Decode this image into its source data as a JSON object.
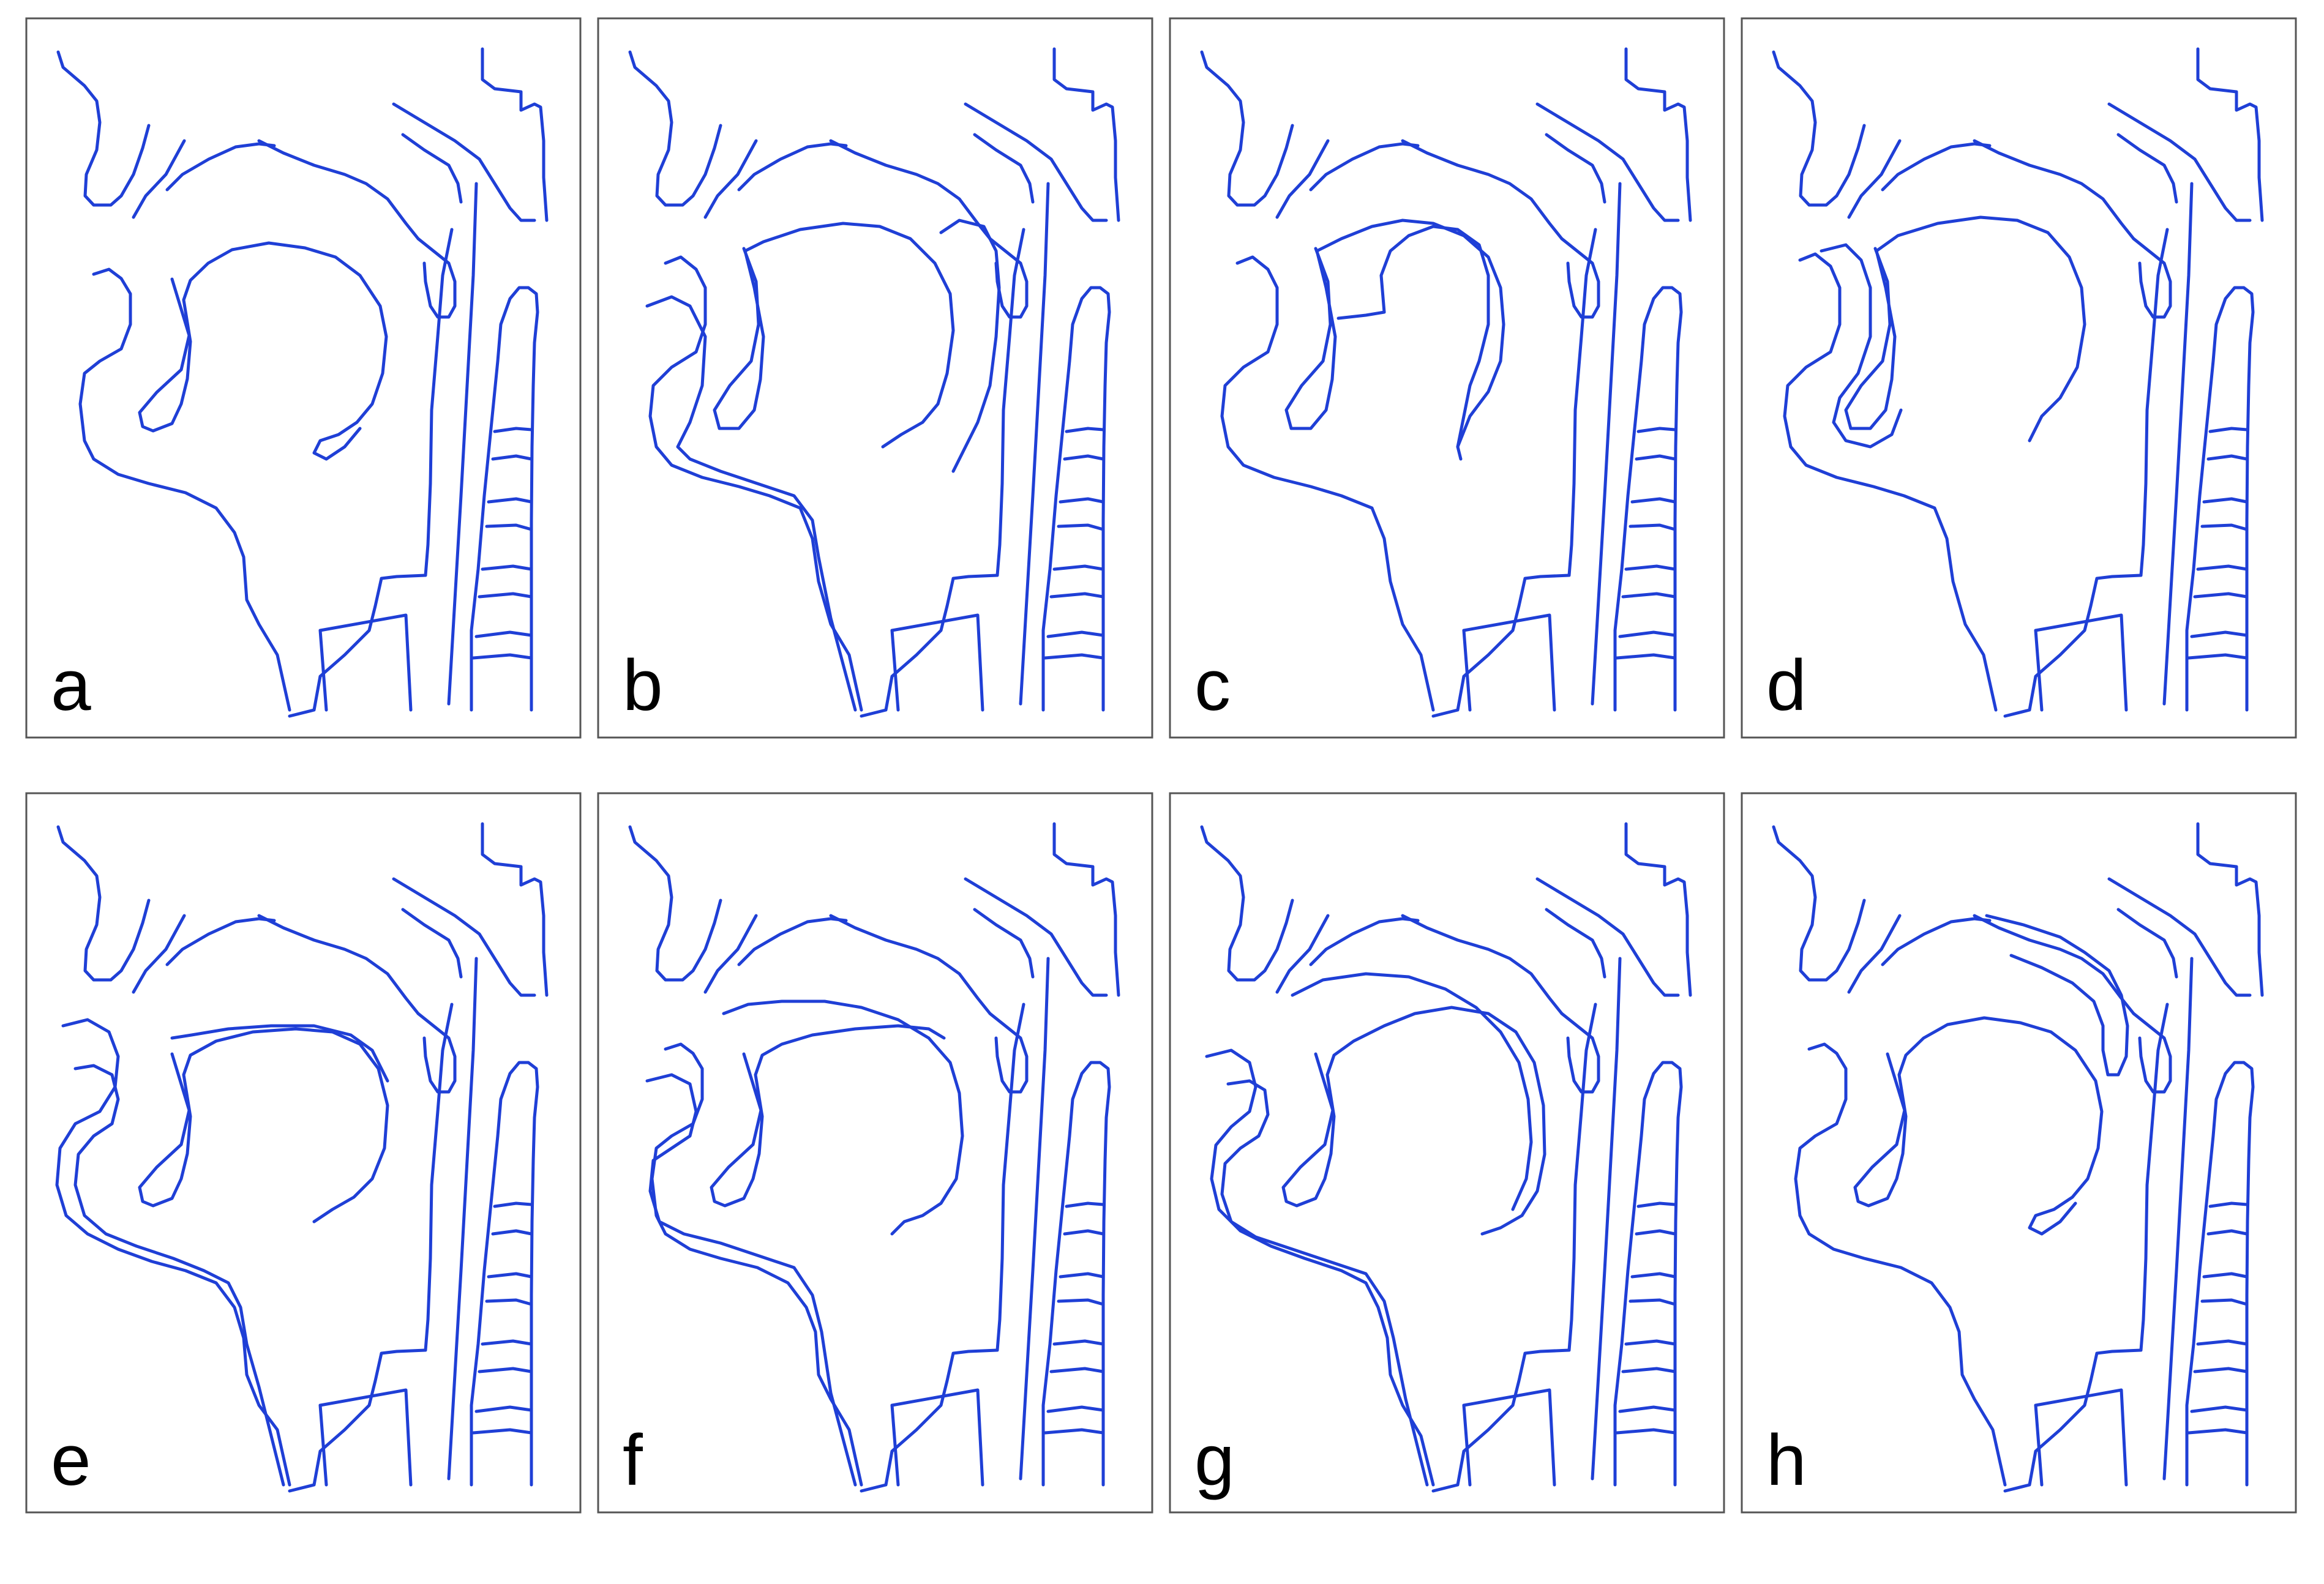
{
  "figure": {
    "stroke_color": "#1f3fd6",
    "frame_color": "#555555",
    "panels": [
      {
        "label": "a",
        "variant": 0
      },
      {
        "label": "b",
        "variant": 1
      },
      {
        "label": "c",
        "variant": 2
      },
      {
        "label": "d",
        "variant": 3
      },
      {
        "label": "e",
        "variant": 4
      },
      {
        "label": "f",
        "variant": 5
      },
      {
        "label": "g",
        "variant": 6
      },
      {
        "label": "h",
        "variant": 7
      }
    ]
  }
}
